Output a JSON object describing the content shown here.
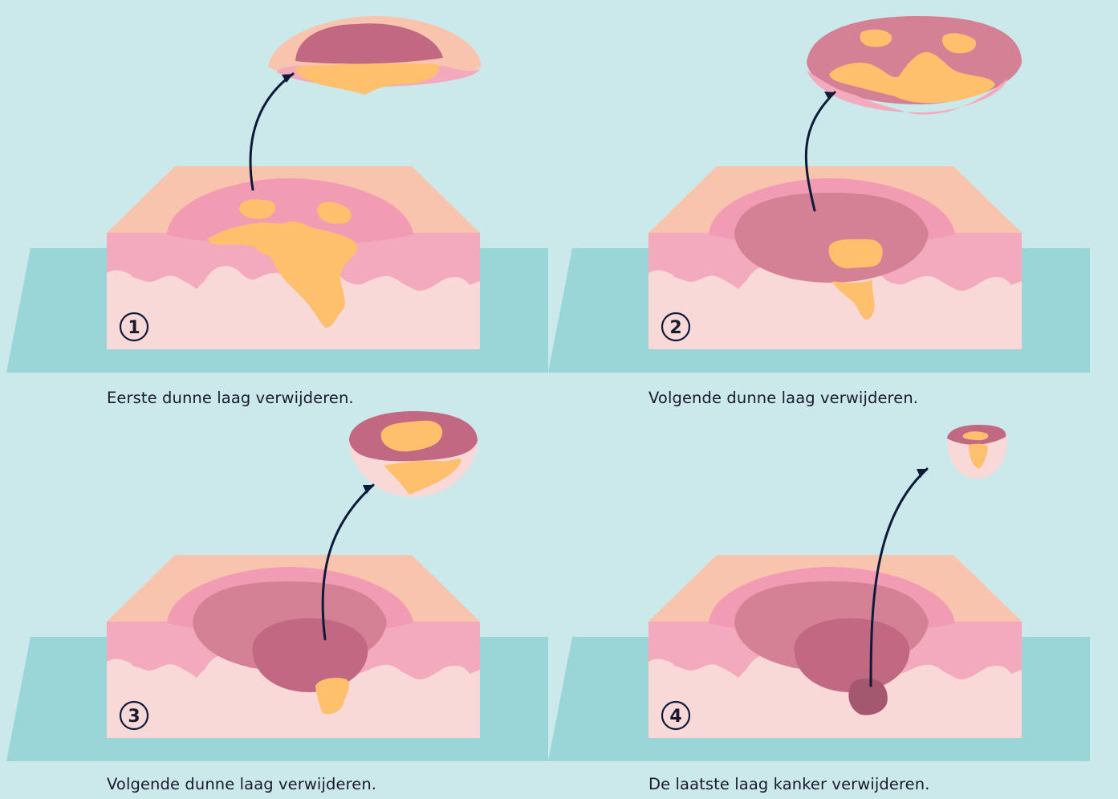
{
  "colors": {
    "background": "#cbe9ea",
    "base_plate": "#9ad5d8",
    "top_surface": "#f9c4ad",
    "epidermis": "#f4aabd",
    "dermis": "#f9d8d8",
    "tumor": "#fec06c",
    "layer_1": "#f29cb3",
    "layer_2": "#d48196",
    "layer_3": "#c16882",
    "layer_4": "#a45870",
    "arrow": "#0d1a3a"
  },
  "steps": [
    {
      "number": "1",
      "caption": "Eerste dunne laag verwijderen.",
      "stage": 1
    },
    {
      "number": "2",
      "caption": "Volgende dunne laag verwijderen.",
      "stage": 2
    },
    {
      "number": "3",
      "caption": "Volgende dunne laag verwijderen.",
      "stage": 3
    },
    {
      "number": "4",
      "caption": "De laatste laag kanker verwijderen.",
      "stage": 4
    }
  ]
}
